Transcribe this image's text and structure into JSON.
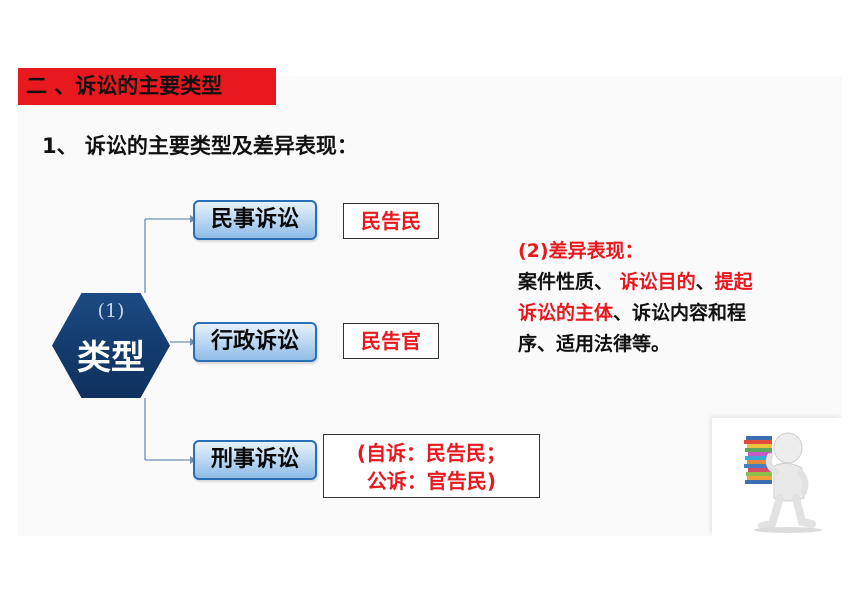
{
  "section": {
    "title": "二 、诉讼的主要类型"
  },
  "subtitle": "1、 诉讼的主要类型及差异表现：",
  "center": {
    "num": "(1)",
    "label": "类型"
  },
  "types": [
    {
      "label": "民事诉讼",
      "result": "民告民"
    },
    {
      "label": "行政诉讼",
      "result": "民告官"
    },
    {
      "label": "刑事诉讼",
      "result_line1": "(自诉：民告民；",
      "result_line2": "公诉：官告民)"
    }
  ],
  "differences": {
    "title": "(2)差异表现：",
    "line1_a": "案件性质、 ",
    "line1_b": "诉讼目的",
    "line1_c": "、",
    "line1_d": "提起",
    "line2_a": "诉讼的主体",
    "line2_b": "、诉讼内容和程",
    "line3": "序、适用法律等。"
  },
  "colors": {
    "accent_red": "#e8191e",
    "hex_navy": "#1a4478",
    "button_border": "#2a6fb5"
  }
}
